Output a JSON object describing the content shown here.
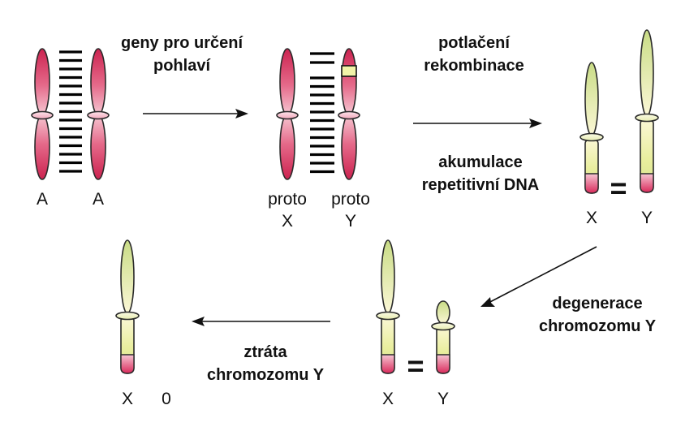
{
  "stage1": {
    "left_label": "A",
    "right_label": "A"
  },
  "step1": {
    "line1": "geny pro určení",
    "line2": "pohlaví"
  },
  "stage2": {
    "x_line1": "proto",
    "x_line2": "X",
    "y_line1": "proto",
    "y_line2": "Y"
  },
  "step2": {
    "top_line1": "potlačení",
    "top_line2": "rekombinace",
    "bottom_line1": "akumulace",
    "bottom_line2": "repetitivní DNA"
  },
  "stage3": {
    "x_label": "X",
    "y_label": "Y",
    "equals": "="
  },
  "step3": {
    "line1": "degenerace",
    "line2": "chromozomu Y"
  },
  "stage4": {
    "x_label": "X",
    "y_label": "Y",
    "equals": "="
  },
  "step4": {
    "line1": "ztráta",
    "line2": "chromozomu Y"
  },
  "stage5": {
    "x_label": "X",
    "o_label": "0"
  },
  "colors": {
    "autosome_red": "#d02a55",
    "autosome_pink": "#f4b9c8",
    "sex_green": "#cfe08a",
    "sex_cream": "#fbf6d2",
    "sex_tip": "#e03a68"
  }
}
